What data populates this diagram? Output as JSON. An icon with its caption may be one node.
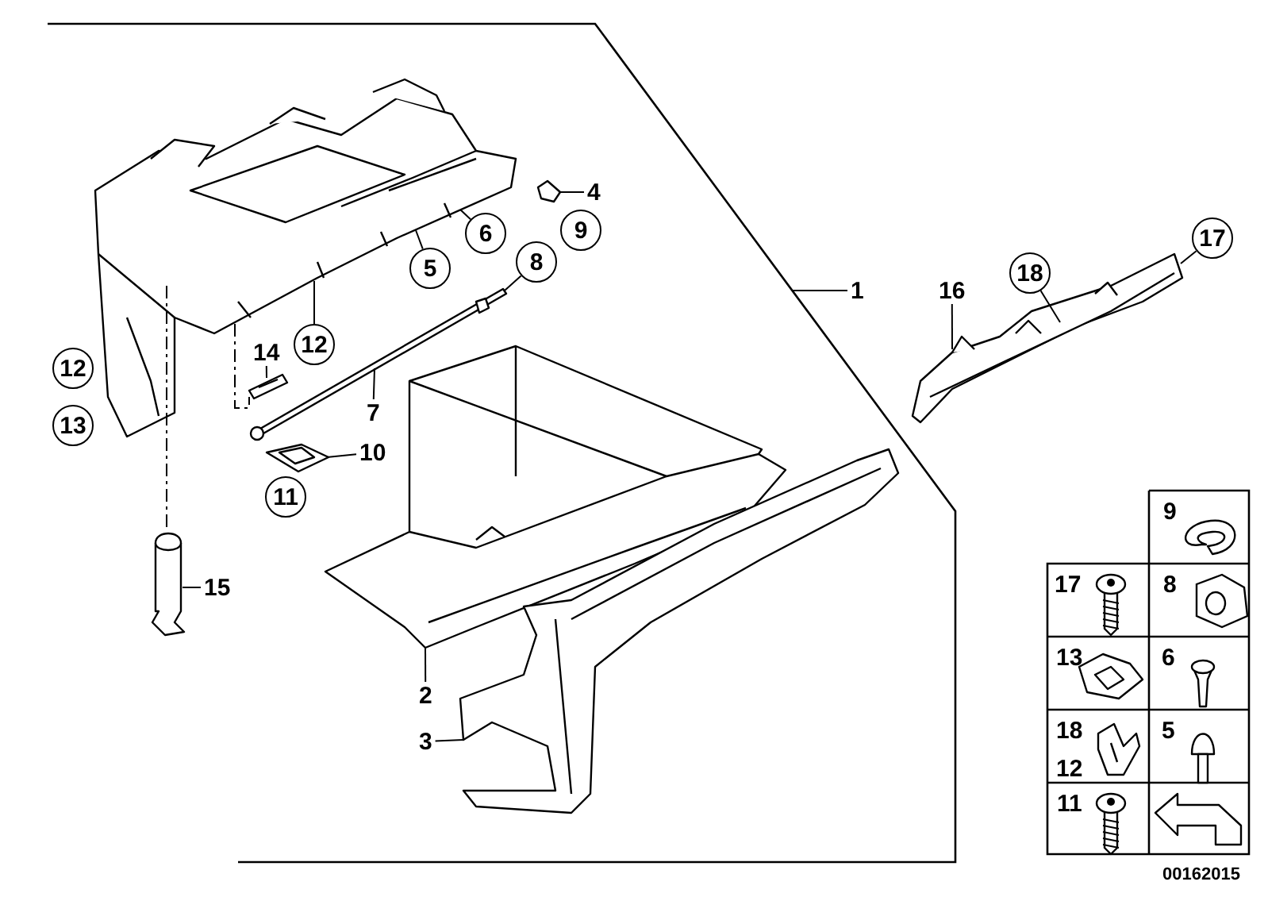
{
  "diagram": {
    "nodes": [
      {
        "text": [],
        "shape": "picture"
      },
      {
        "text": [],
        "shape": "picture"
      },
      {
        "text": [],
        "shape": "picture"
      },
      {
        "text": [],
        "shape": "picture"
      },
      {
        "text": [],
        "shape": "picture"
      },
      {
        "text": [],
        "shape": "picture"
      },
      {
        "text": [],
        "shape": "picture"
      },
      {
        "text": [],
        "shape": "picture"
      },
      {
        "text": [],
        "shape": "picture"
      },
      {
        "text": [
          "4"
        ]
      },
      {
        "text": [
          "6"
        ]
      },
      {
        "text": [
          "5"
        ]
      },
      {
        "text": [
          "8"
        ]
      },
      {
        "text": [
          "12"
        ]
      },
      {
        "text": [
          "14"
        ]
      },
      {
        "text": [
          "7"
        ]
      },
      {
        "text": [
          "10"
        ]
      },
      {
        "text": [
          "15"
        ]
      },
      {
        "text": [
          "2"
        ]
      },
      {
        "text": [
          "3"
        ]
      },
      {
        "text": [
          "1"
        ]
      },
      {
        "text": [
          "16"
        ]
      },
      {
        "text": [
          "18"
        ]
      },
      {
        "text": [
          "17"
        ]
      },
      {
        "text": [
          "9"
        ]
      },
      {
        "text": [
          "12"
        ]
      },
      {
        "text": [
          "13"
        ]
      },
      {
        "text": [
          "11"
        ]
      }
    ],
    "edges": [
      {
        "from": 9,
        "to": 1,
        "arrow": "none"
      },
      {
        "from": 10,
        "to": 0,
        "arrow": "none"
      },
      {
        "from": 11,
        "to": 0,
        "arrow": "none"
      },
      {
        "from": 12,
        "to": 2,
        "arrow": "none"
      },
      {
        "from": 13,
        "to": 0,
        "arrow": "none"
      },
      {
        "from": 14,
        "to": 4,
        "arrow": "none"
      },
      {
        "from": 15,
        "to": 2,
        "arrow": "none"
      },
      {
        "from": 16,
        "to": 3,
        "arrow": "none"
      },
      {
        "from": 17,
        "to": 5,
        "arrow": "none"
      },
      {
        "from": 18,
        "to": 6,
        "arrow": "none"
      },
      {
        "from": 19,
        "to": 7,
        "arrow": "none"
      },
      {
        "from": 20,
        "to": null,
        "arrow": "none"
      },
      {
        "from": 21,
        "to": 8,
        "arrow": "none"
      },
      {
        "from": 22,
        "to": 8,
        "arrow": "none"
      },
      {
        "from": 23,
        "to": 8,
        "arrow": "none"
      },
      {
        "from": 0,
        "to": 5,
        "arrow": "none",
        "style": "dashed"
      },
      {
        "from": 0,
        "to": 4,
        "arrow": "none",
        "style": "dashed"
      }
    ],
    "labels": [
      "9",
      "17",
      "8",
      "13",
      "6",
      "18",
      "12",
      "5",
      "11",
      "00162015"
    ]
  }
}
